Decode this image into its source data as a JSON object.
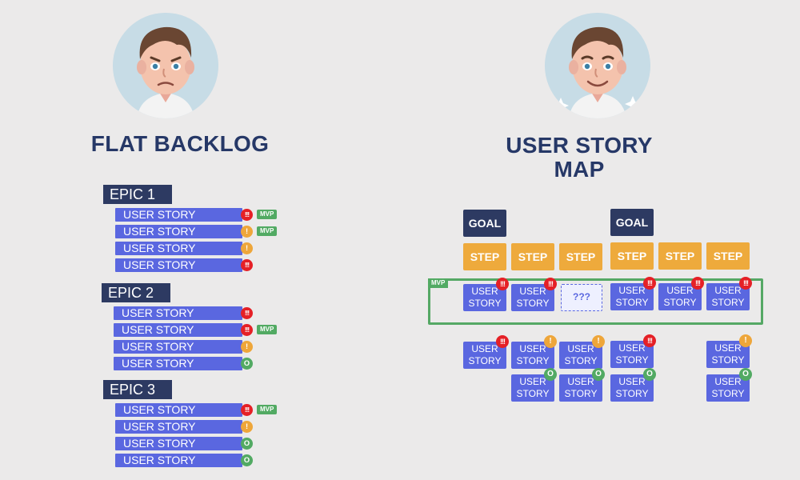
{
  "left": {
    "title": "FLAT BACKLOG",
    "epics": [
      {
        "label": "EPIC 1",
        "stories": [
          {
            "label": "USER STORY",
            "priority": "!!!",
            "mvp": "MVP"
          },
          {
            "label": "USER STORY",
            "priority": "!",
            "mvp": "MVP"
          },
          {
            "label": "USER STORY",
            "priority": "!",
            "mvp": ""
          },
          {
            "label": "USER STORY",
            "priority": "!!!",
            "mvp": ""
          }
        ]
      },
      {
        "label": "EPIC 2",
        "stories": [
          {
            "label": "USER STORY",
            "priority": "!!!",
            "mvp": ""
          },
          {
            "label": "USER STORY",
            "priority": "!!!",
            "mvp": "MVP"
          },
          {
            "label": "USER STORY",
            "priority": "!",
            "mvp": ""
          },
          {
            "label": "USER STORY",
            "priority": "O",
            "mvp": ""
          }
        ]
      },
      {
        "label": "EPIC 3",
        "stories": [
          {
            "label": "USER STORY",
            "priority": "!!!",
            "mvp": "MVP"
          },
          {
            "label": "USER STORY",
            "priority": "!",
            "mvp": ""
          },
          {
            "label": "USER STORY",
            "priority": "O",
            "mvp": ""
          },
          {
            "label": "USER STORY",
            "priority": "O",
            "mvp": ""
          }
        ]
      }
    ]
  },
  "right": {
    "title_line1": "USER STORY",
    "title_line2": "MAP",
    "goal_label": "GOAL",
    "step_label": "STEP",
    "mvp_label": "MVP",
    "placeholder_label": "???",
    "story_label": "USER STORY"
  },
  "priority_colors": {
    "!!!": "#e52026",
    "!": "#eea63a",
    "O": "#52aa63"
  },
  "icons": {
    "left_avatar": "worried-person-avatar",
    "right_avatar": "happy-person-avatar"
  }
}
